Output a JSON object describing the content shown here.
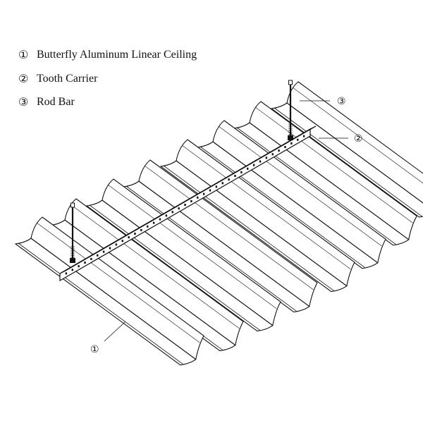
{
  "legend": [
    {
      "marker": "①",
      "label": "Butterfly Aluminum Linear Ceiling"
    },
    {
      "marker": "②",
      "label": "Tooth Carrier"
    },
    {
      "marker": "③",
      "label": "Rod Bar"
    }
  ],
  "callouts": {
    "ceiling": "①",
    "carrier": "②",
    "rod": "③"
  },
  "colors": {
    "line": "#111111",
    "background": "#ffffff"
  }
}
